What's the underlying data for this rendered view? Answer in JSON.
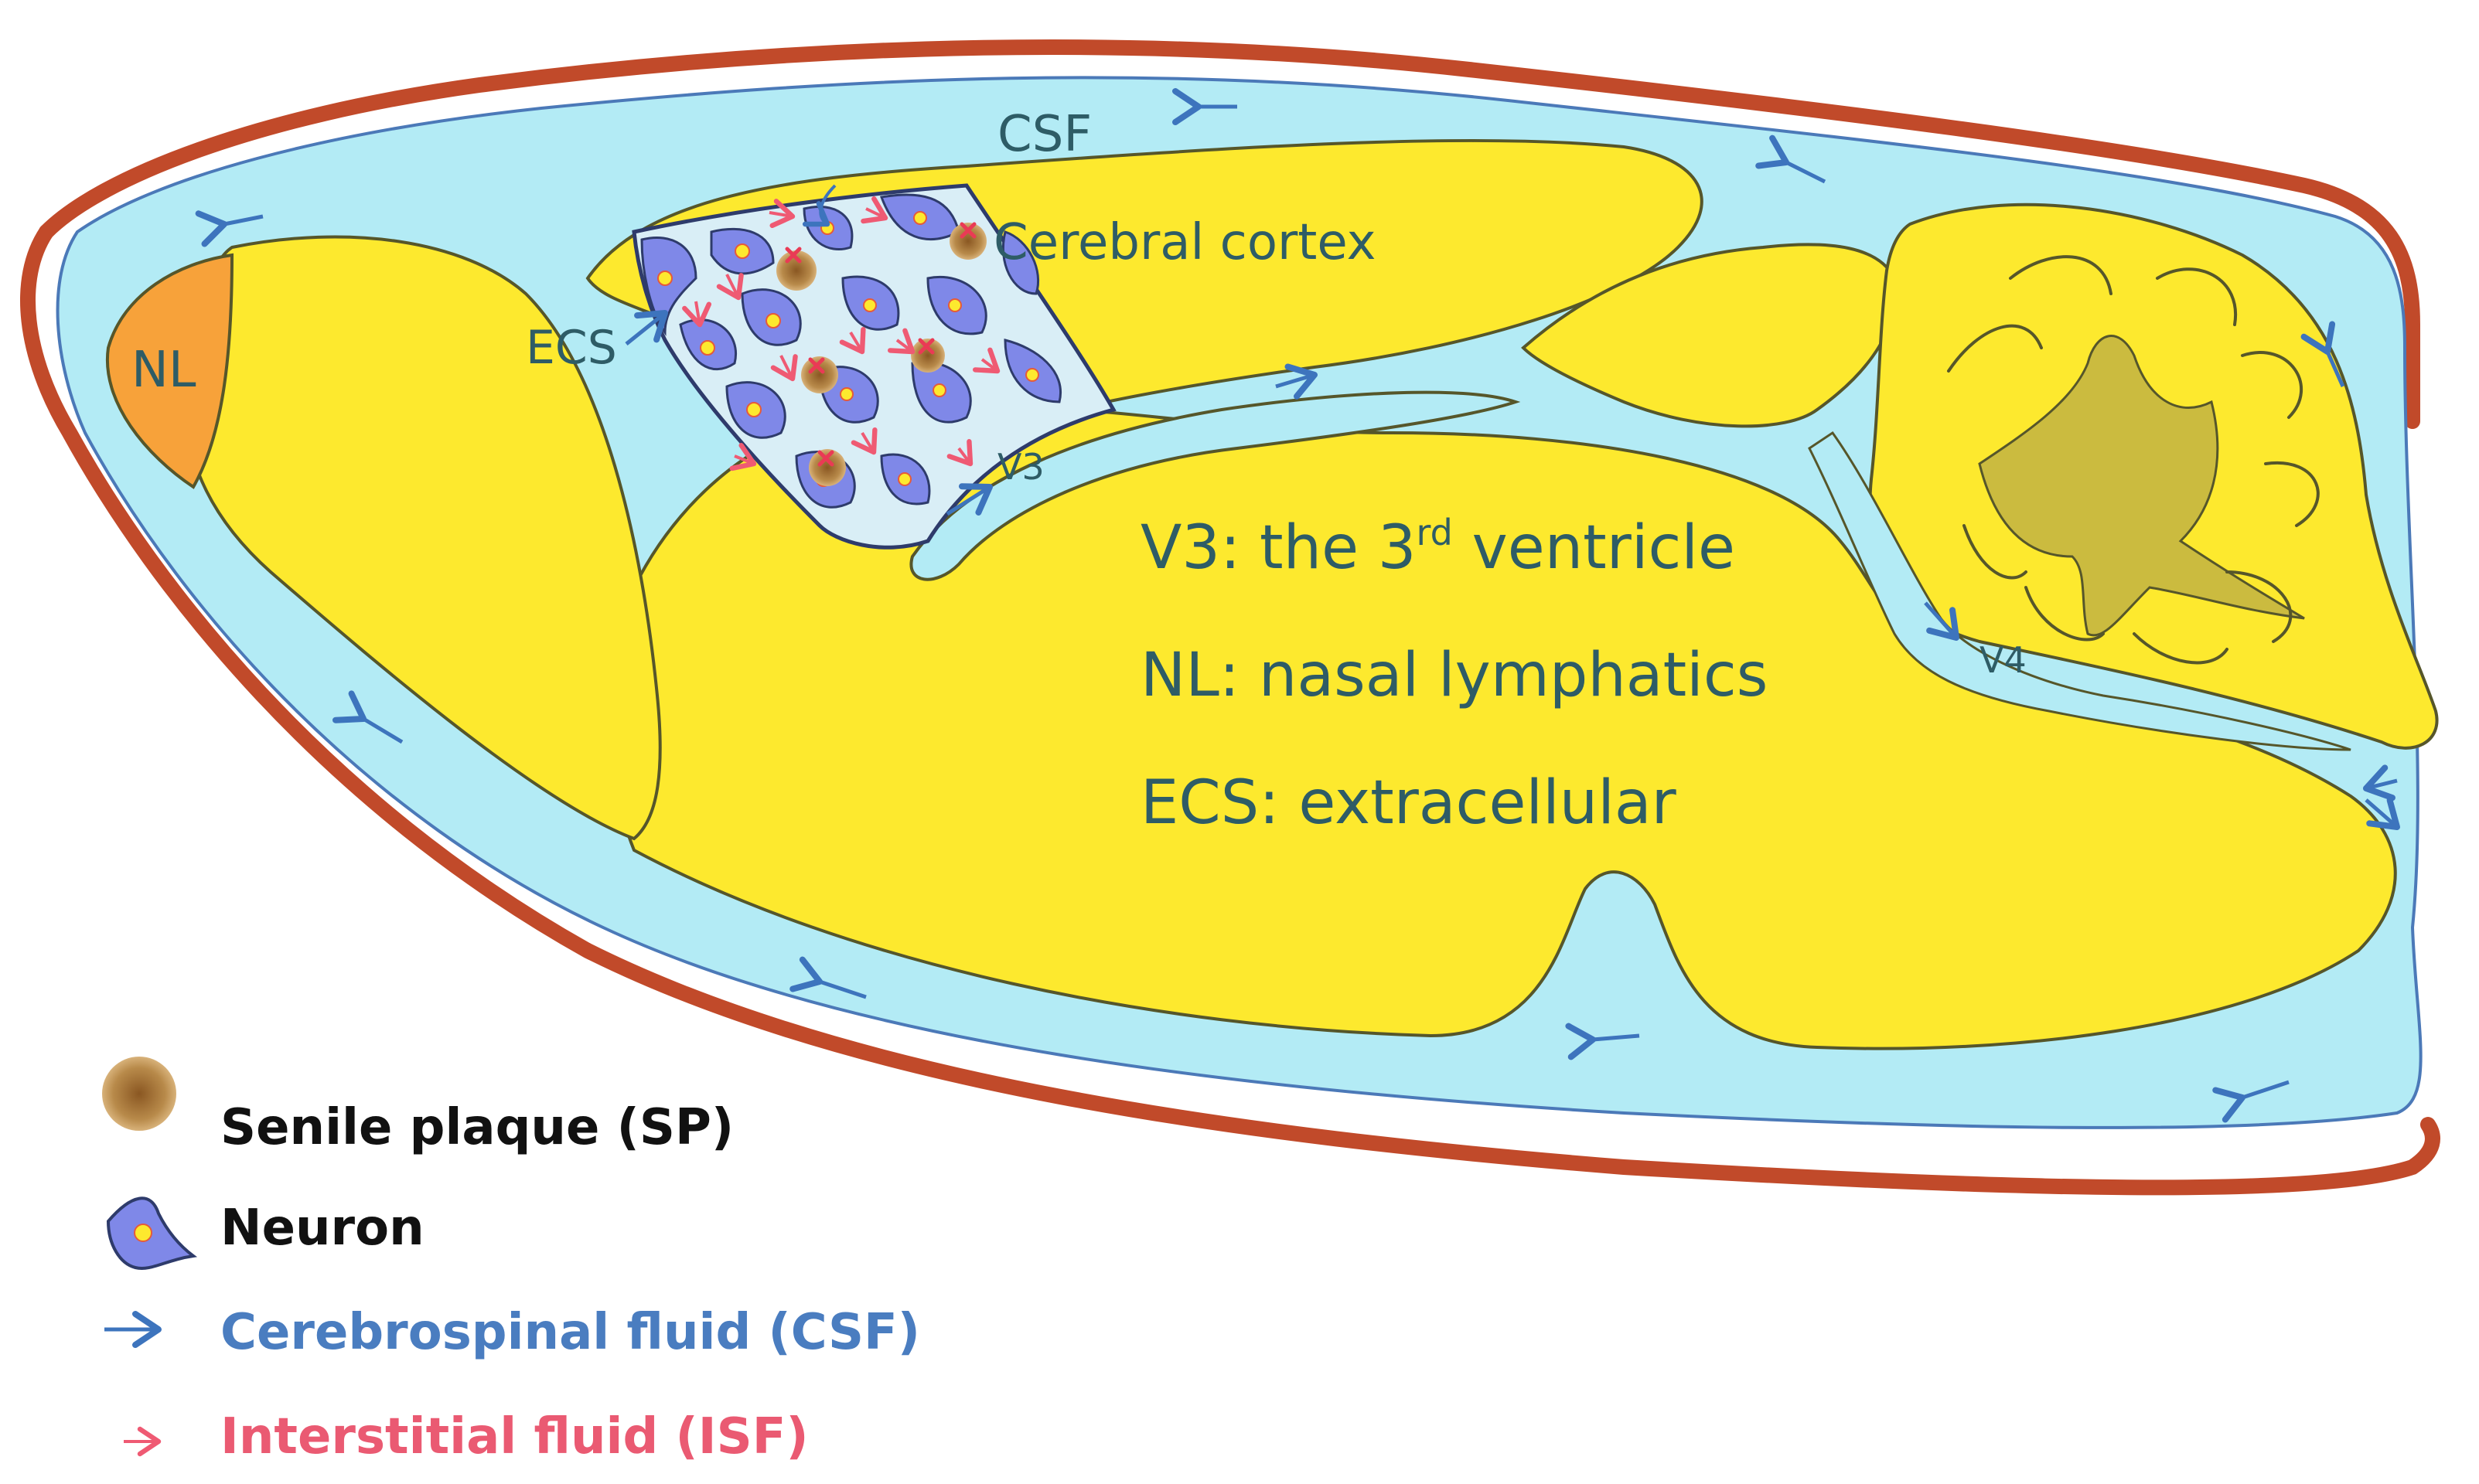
{
  "labels": {
    "csf": "CSF",
    "cerebral_cortex": "Cerebral cortex",
    "ecs": "ECS",
    "nl": "NL",
    "v3": "V3",
    "v4": "V4",
    "legend_note_v3": "V3: the 3",
    "legend_note_v3_sup": "rd",
    "legend_note_v3_tail": " ventricle",
    "legend_note_nl": "NL: nasal lymphatics",
    "legend_note_ecs": "ECS: extracellular"
  },
  "legend": {
    "plaque": "Senile plaque (SP)",
    "neuron": "Neuron",
    "csf_arrow": "Cerebrospinal fluid (CSF)",
    "isf_arrow": "Interstitial fluid (ISF)"
  },
  "colors": {
    "skull": "#c14a2a",
    "csf_fill": "#b3ebf5",
    "csf_line": "#4b79b8",
    "brain_fill": "#fde92e",
    "brain_line": "#56562a",
    "nl_fill": "#f7a23a",
    "neuron_fill": "#7f88e8",
    "ecs_fill": "#d9eef6",
    "csf_arrow": "#3d74bd",
    "isf_arrow": "#ef5a73",
    "plaque": "#a06a2c",
    "text_dark": "#2e5c66",
    "legend_text": "#111111",
    "legend_csf_text": "#4a7dc0",
    "legend_isf_text": "#ea5a72"
  },
  "icons": [
    "plaque-icon",
    "neuron-icon",
    "csf-arrow-icon",
    "isf-arrow-icon"
  ]
}
